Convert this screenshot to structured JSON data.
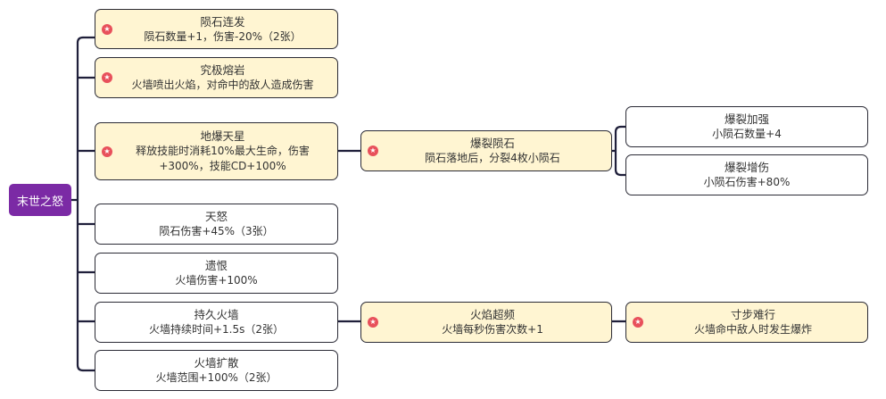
{
  "root": {
    "label": "末世之怒"
  },
  "branches": [
    {
      "id": "meteor-burst",
      "title": "陨石连发",
      "desc": [
        "陨石数量+1，伤害-20%（2张）"
      ],
      "starred": true
    },
    {
      "id": "ultimate-lava",
      "title": "究极熔岩",
      "desc": [
        "火墙喷出火焰，对命中的敌人造成伤害"
      ],
      "starred": true
    },
    {
      "id": "earth-burst",
      "title": "地爆天星",
      "desc": [
        "释放技能时消耗10%最大生命，伤害",
        "+300%，技能CD+100%"
      ],
      "starred": true
    },
    {
      "id": "heaven-wrath",
      "title": "天怒",
      "desc": [
        "陨石伤害+45%（3张）"
      ],
      "starred": false
    },
    {
      "id": "lingering-hate",
      "title": "遗恨",
      "desc": [
        "火墙伤害+100%"
      ],
      "starred": false
    },
    {
      "id": "lasting-firewall",
      "title": "持久火墙",
      "desc": [
        "火墙持续时间+1.5s（2张）"
      ],
      "starred": false
    },
    {
      "id": "firewall-spread",
      "title": "火墙扩散",
      "desc": [
        "火墙范围+100%（2张）"
      ],
      "starred": false
    }
  ],
  "level2": [
    {
      "id": "split-meteor",
      "title": "爆裂陨石",
      "desc": [
        "陨石落地后，分裂4枚小陨石"
      ],
      "starred": true
    },
    {
      "id": "flame-overclock",
      "title": "火焰超频",
      "desc": [
        "火墙每秒伤害次数+1"
      ],
      "starred": true
    }
  ],
  "level3": [
    {
      "id": "burst-enhance",
      "title": "爆裂加强",
      "desc": [
        "小陨石数量+4"
      ],
      "starred": false
    },
    {
      "id": "burst-damage",
      "title": "爆裂增伤",
      "desc": [
        "小陨石伤害+80%"
      ],
      "starred": false
    },
    {
      "id": "hard-step",
      "title": "寸步难行",
      "desc": [
        "火墙命中敌人时发生爆炸"
      ],
      "starred": true
    }
  ]
}
